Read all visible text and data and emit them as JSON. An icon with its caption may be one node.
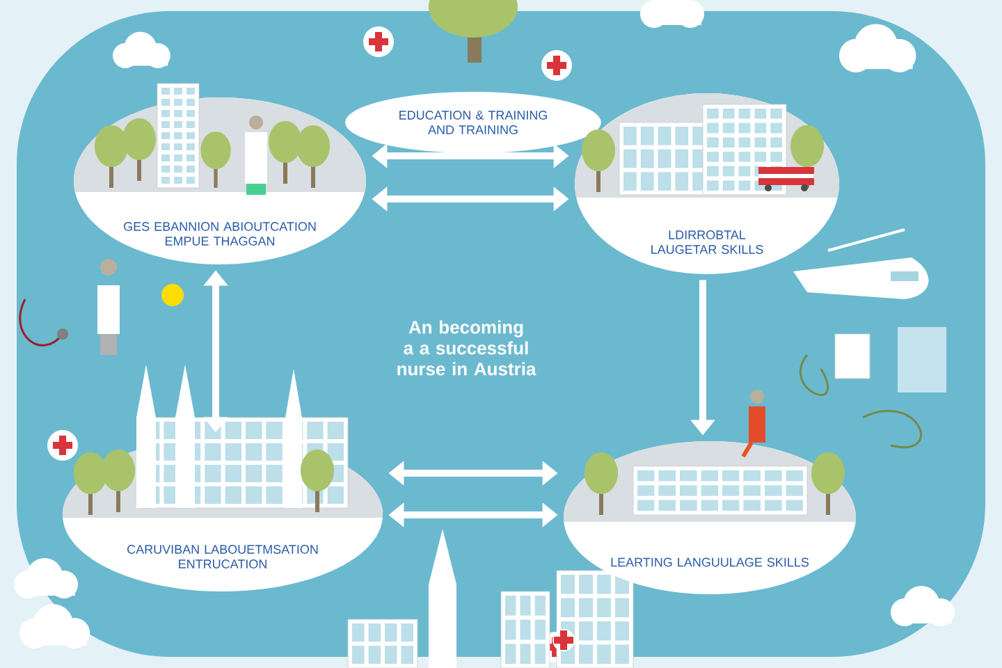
{
  "diagram": {
    "title": "An becoming a a successful nurse in Austria",
    "nodes": [
      {
        "text": [
          "GES EBANNION ABIOUTCATION EMPUE THAGGAN"
        ]
      },
      {
        "text": [
          "LDIRROBTAL LAUGETAR SKILLS"
        ]
      },
      {
        "text": [
          "CARUVIBAN LABOUETMSATION ENTRUCATION"
        ]
      },
      {
        "text": [
          "LEARTING LANGUULAGE SKILLS"
        ]
      },
      {
        "text": [
          "EDUCATION & TRAINING AND TRAINING"
        ]
      }
    ],
    "edges": [
      {
        "from": 0,
        "to": 1,
        "arrow": "both"
      },
      {
        "from": 0,
        "to": 1,
        "arrow": "both"
      },
      {
        "from": 0,
        "to": 2,
        "arrow": "both"
      },
      {
        "from": 1,
        "to": 3,
        "arrow": "to"
      },
      {
        "from": 2,
        "to": 3,
        "arrow": "both"
      },
      {
        "from": 2,
        "to": 3,
        "arrow": "both"
      }
    ]
  }
}
